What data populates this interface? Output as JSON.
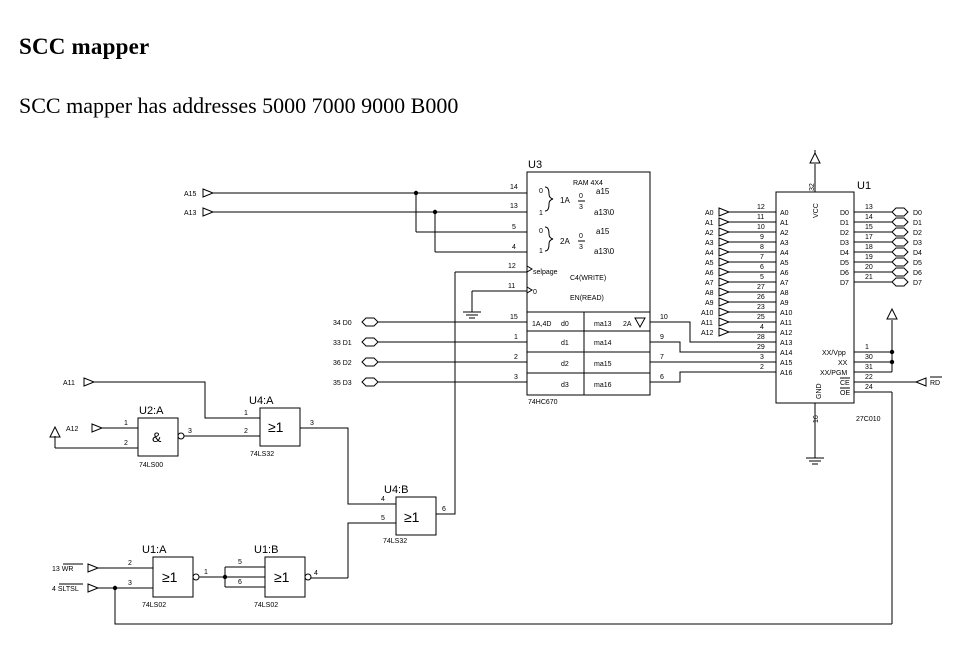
{
  "heading": "SCC mapper",
  "description": "SCC mapper has addresses 5000 7000 9000 B000",
  "schematic": {
    "u3": {
      "ref": "U3",
      "part": "74HC670",
      "title": "RAM 4X4",
      "g1a": "1A",
      "g2a": "2A",
      "in0": "0",
      "in1": "1",
      "frac_top": "0",
      "frac_bot": "3",
      "a15": "a15",
      "a1310": "a13\\0",
      "selpage": "selpage",
      "write": "C4(WRITE)",
      "read": "EN(READ)",
      "zero": "0",
      "d_first": "1A,4D",
      "d0": "d0",
      "d1": "d1",
      "d2": "d2",
      "d3": "d3",
      "ma13": "ma13",
      "ma14": "ma14",
      "ma15": "ma15",
      "ma16": "ma16",
      "twoa": "2A",
      "pins": [
        "14",
        "13",
        "5",
        "4",
        "12",
        "11",
        "15",
        "1",
        "2",
        "3",
        "10",
        "9",
        "7",
        "6"
      ],
      "nets_in": [
        "A15",
        "A13"
      ],
      "nets_data": [
        "34 D0",
        "33 D1",
        "36 D2",
        "35 D3"
      ]
    },
    "u1": {
      "ref": "U1",
      "part": "27C010",
      "addr_labels": [
        "A0",
        "A1",
        "A2",
        "A3",
        "A4",
        "A5",
        "A6",
        "A7",
        "A8",
        "A9",
        "A10",
        "A11",
        "A12",
        "A13",
        "A14",
        "A15",
        "A16"
      ],
      "addr_pins": [
        "12",
        "11",
        "10",
        "9",
        "8",
        "7",
        "6",
        "5",
        "27",
        "26",
        "23",
        "25",
        "4",
        "28",
        "29",
        "3",
        "2"
      ],
      "addr_nets": [
        "A0",
        "A1",
        "A2",
        "A3",
        "A4",
        "A5",
        "A6",
        "A7",
        "A8",
        "A9",
        "A10",
        "A11",
        "A12"
      ],
      "data_labels": [
        "D0",
        "D1",
        "D2",
        "D3",
        "D4",
        "D5",
        "D6",
        "D7"
      ],
      "data_pins": [
        "13",
        "14",
        "15",
        "17",
        "18",
        "19",
        "20",
        "21"
      ],
      "data_nets": [
        "D0",
        "D1",
        "D2",
        "D3",
        "D4",
        "D5",
        "D6",
        "D7"
      ],
      "vcc": "VCC",
      "vcc_pin": "32",
      "gnd": "GND",
      "gnd_pin": "16",
      "vpp": "XX/Vpp",
      "xx": "XX",
      "pgm": "XX/PGM",
      "ce": "CE",
      "oe": "OE",
      "ctl_pins": [
        "1",
        "30",
        "31",
        "22",
        "24"
      ],
      "rd": "RD"
    },
    "u2a": {
      "ref": "U2:A",
      "part": "74LS00",
      "sym": "&",
      "in1": "1",
      "in2": "2",
      "out": "3",
      "net": "A12"
    },
    "u4a": {
      "ref": "U4:A",
      "part": "74LS32",
      "sym": "≥1",
      "in1": "1",
      "in2": "2",
      "out": "3",
      "net": "A11"
    },
    "u4b": {
      "ref": "U4:B",
      "part": "74LS32",
      "sym": "≥1",
      "in1": "4",
      "in2": "5",
      "out": "6"
    },
    "u1a": {
      "ref": "U1:A",
      "part": "74LS02",
      "sym": "≥1",
      "in1": "2",
      "in2": "3",
      "out": "1",
      "net1": "13 WR",
      "net2": "4 SLTSL"
    },
    "u1b": {
      "ref": "U1:B",
      "part": "74LS02",
      "sym": "≥1",
      "in1": "5",
      "in2": "6",
      "out": "4"
    }
  }
}
